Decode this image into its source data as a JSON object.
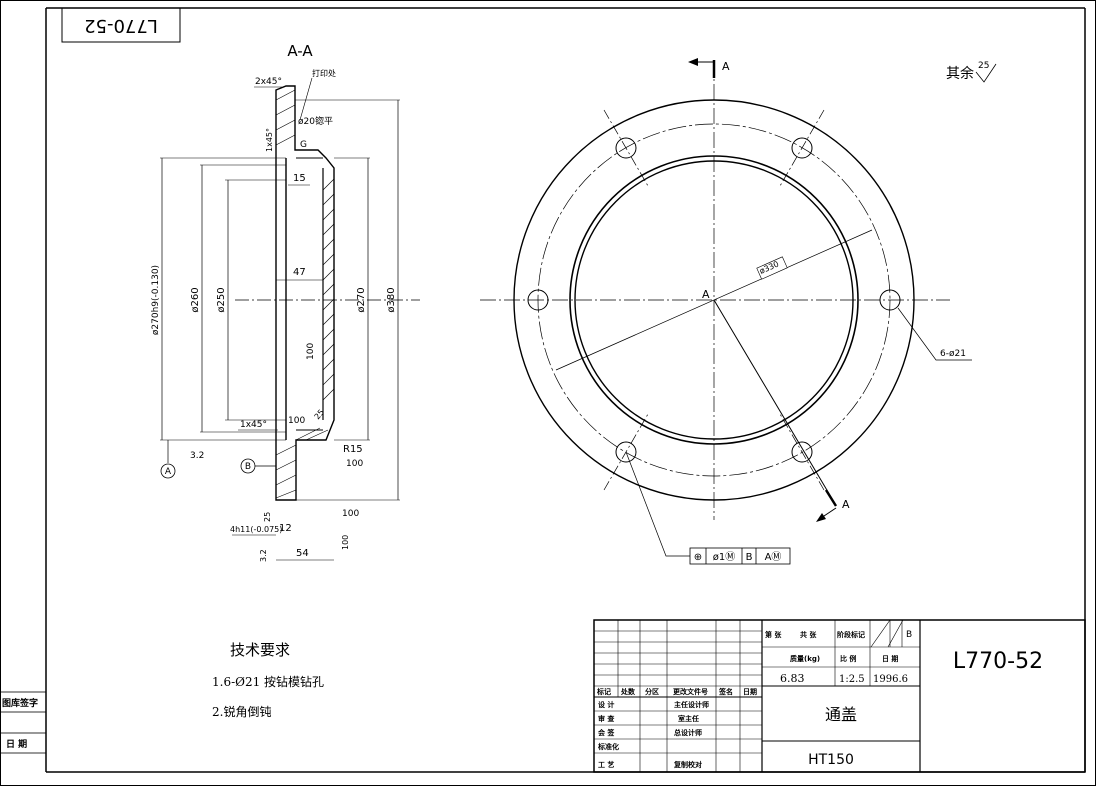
{
  "drawing": {
    "code_stamp": "L770-52",
    "section_label": "A-A",
    "section_marker": "A",
    "center_marker": "A",
    "surface_note_prefix": "其余",
    "surface_note_value": "25",
    "datum_a": "A",
    "datum_b": "B"
  },
  "section_dims": {
    "chamfer_top": "2x45°",
    "engrave_note": "打印处",
    "hole_note": "ø20锪平",
    "g_label": "G",
    "chamfer_small": "1x45°",
    "dim_15": "15",
    "dim_47": "47",
    "dia_270_tol": "ø270h9(-0.130)",
    "dia_260": "ø260",
    "dia_250": "ø250",
    "dia_270": "ø270",
    "dia_380": "ø380",
    "rough_100_mid": "100",
    "rough_100_corner": "100",
    "rough_25_corner": "25",
    "chamfer_bottom": "1x45°",
    "rough_32_left": "3.2",
    "radius_15": "R15",
    "rough_100_r": "100",
    "rough_25_low": "25",
    "rough_100_right": "100",
    "fit_4h11": "4h11(-0.075)",
    "dim_12": "12",
    "rough_32_bottom": "3.2",
    "dim_54": "54",
    "rough_100_bottom": "100"
  },
  "plan_view": {
    "dia_330": "ø330",
    "holes_note": "6-ø21",
    "section_mark_top": "A",
    "section_mark_bottom": "A",
    "position_tol_symbol": "⊕",
    "position_tol_value": "ø1Ⓜ",
    "position_tol_datum_b": "B",
    "position_tol_datum_a": "AⓂ"
  },
  "tech_requirements": {
    "title": "技术要求",
    "items": [
      "1.6-Ø21 按钻模钻孔",
      "2.锐角倒钝"
    ]
  },
  "left_strip": {
    "archive_sign": "图库签字",
    "date": "日 期"
  },
  "title_block": {
    "revision_headers": [
      "标记",
      "处数",
      "分区",
      "更改文件号",
      "签名",
      "日期"
    ],
    "roles": [
      "设 计",
      "审 查",
      "会 签",
      "标准化",
      "工 艺"
    ],
    "roles_right": [
      "主任设计师",
      "室主任",
      "总设计师",
      "",
      "复制校对"
    ],
    "sheet_label": "第 张",
    "total_label": "共 张",
    "stage_label": "阶段标记",
    "stage_value": "B",
    "mass_label": "质量(kg)",
    "scale_label": "比 例",
    "date_label": "日 期",
    "mass_value": "6.83",
    "scale_value": "1:2.5",
    "date_value": "1996.6",
    "part_name": "通盖",
    "material": "HT150",
    "drawing_no": "L770-52"
  }
}
